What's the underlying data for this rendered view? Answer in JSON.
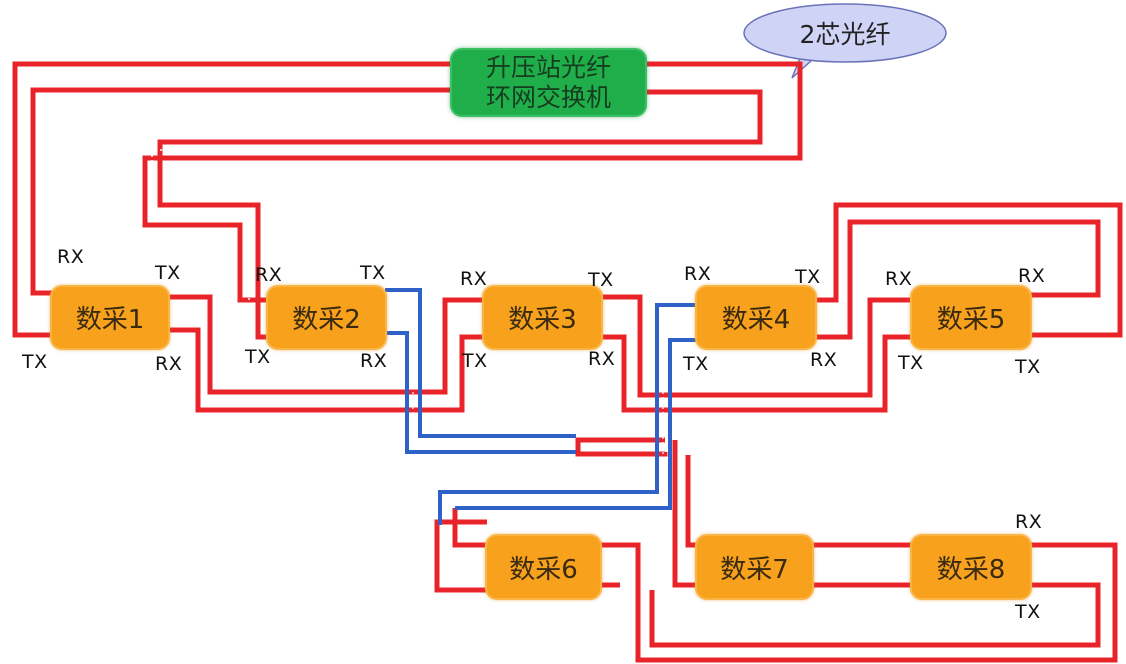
{
  "switch": {
    "line1": "升压站光纤",
    "line2": "环网交换机"
  },
  "callout": {
    "label": "2芯光纤"
  },
  "nodes": {
    "n1": "数采1",
    "n2": "数采2",
    "n3": "数采3",
    "n4": "数采4",
    "n5": "数采5",
    "n6": "数采6",
    "n7": "数采7",
    "n8": "数采8"
  },
  "ports": {
    "rx": "RX",
    "tx": "TX"
  },
  "colors": {
    "fiber_red": "#e8242a",
    "fiber_blue": "#2e62c9",
    "node": "#f7a11c",
    "switch": "#1fae49",
    "bubble": "#cfd3f5"
  }
}
